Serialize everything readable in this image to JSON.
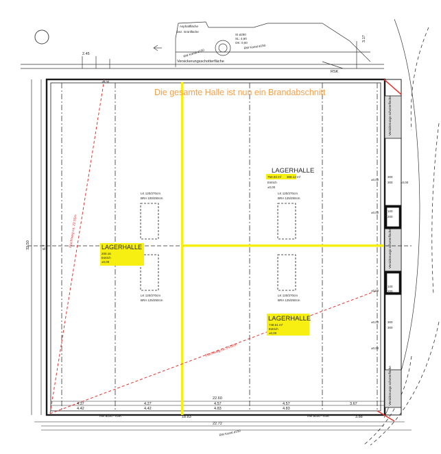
{
  "plan": {
    "banner": "Die gesamte Halle ist nun ein Brandabschnitt",
    "top_labels": {
      "asphalt": "Asphaltfläche",
      "gruen": "bez. Grünfläche",
      "versickerung_top": "Versickerungsschotterfläche",
      "si": "SI ø250",
      "sohle": "SL: 4,60",
      "ok": "OK: 0,00",
      "kanal_left": "RW Kanal ø150",
      "kanal_right": "RW Kanal ø150",
      "dim_245": "2.45",
      "dim_317": "3.17",
      "rsk": "RSK"
    },
    "rooms": [
      {
        "title": "LAGERHALLE",
        "area": "750.03 m²",
        "perim": "308.13 m²",
        "floor": "Estrich",
        "level": "±0,00"
      },
      {
        "title": "LAGERHALLE",
        "area": "200.16",
        "perim": "",
        "floor": "Estrich",
        "level": "±0,00"
      },
      {
        "title": "LAGERHALLE",
        "area": "748.51 m²",
        "perim": "",
        "floor": "Estrich",
        "level": "±0,00"
      }
    ],
    "skylights": {
      "lk": "LK 120/270cm",
      "bra": "BRA 100/250cm",
      "bra2": "BRA 125/250cm"
    },
    "side_labels": {
      "versickerung": "Versickerungs-schotterfläche",
      "level": "±0,00",
      "d300": "300",
      "d100": "100",
      "d200": "200"
    },
    "bottom_labels": {
      "dim_total": "22.60",
      "dim_outer": "22.72",
      "d_437": "4.37",
      "d_442": "4.42",
      "d_427": "4.27",
      "d_457": "4.57",
      "d_483": "4.83",
      "d_367": "3.67",
      "d_1883": "18.83",
      "d_388": "3.88",
      "rw_left": "RW ø100 - RSK",
      "rw_right": "RW ø100 - RSK",
      "kanal_bottom": "RW Kanal ø150"
    },
    "escape_routes": {
      "left": "Fluchtweg ca. 22.55m",
      "bottom": "Fluchtweg ca. 24.02m"
    },
    "left_dims": {
      "total": "32.50",
      "inner": "6.7"
    },
    "colors": {
      "highlight": "#f7ef12",
      "banner": "#f5a14a",
      "escape": "#e3322f",
      "line": "#1a1a1a"
    }
  }
}
